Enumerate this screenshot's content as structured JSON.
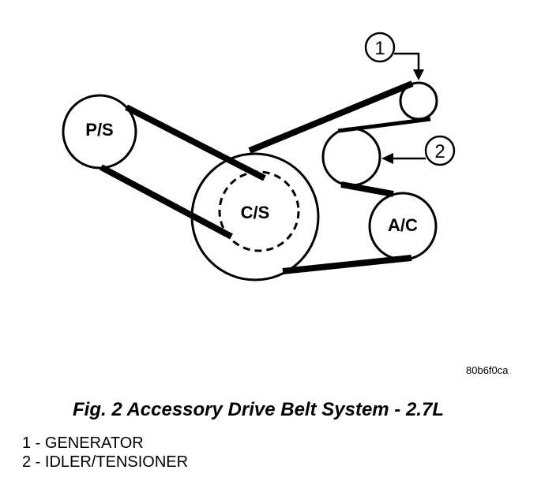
{
  "diagram": {
    "pulleys": {
      "ps": "P/S",
      "cs": "C/S",
      "ac": "A/C"
    },
    "callouts": {
      "one": "1",
      "two": "2"
    }
  },
  "image_code": "80b6f0ca",
  "caption": "Fig. 2 Accessory Drive Belt System - 2.7L",
  "legend": [
    {
      "text": "1 - GENERATOR"
    },
    {
      "text": "2 - IDLER/TENSIONER"
    }
  ],
  "colors": {
    "ink": "#000000",
    "paper": "#ffffff"
  }
}
